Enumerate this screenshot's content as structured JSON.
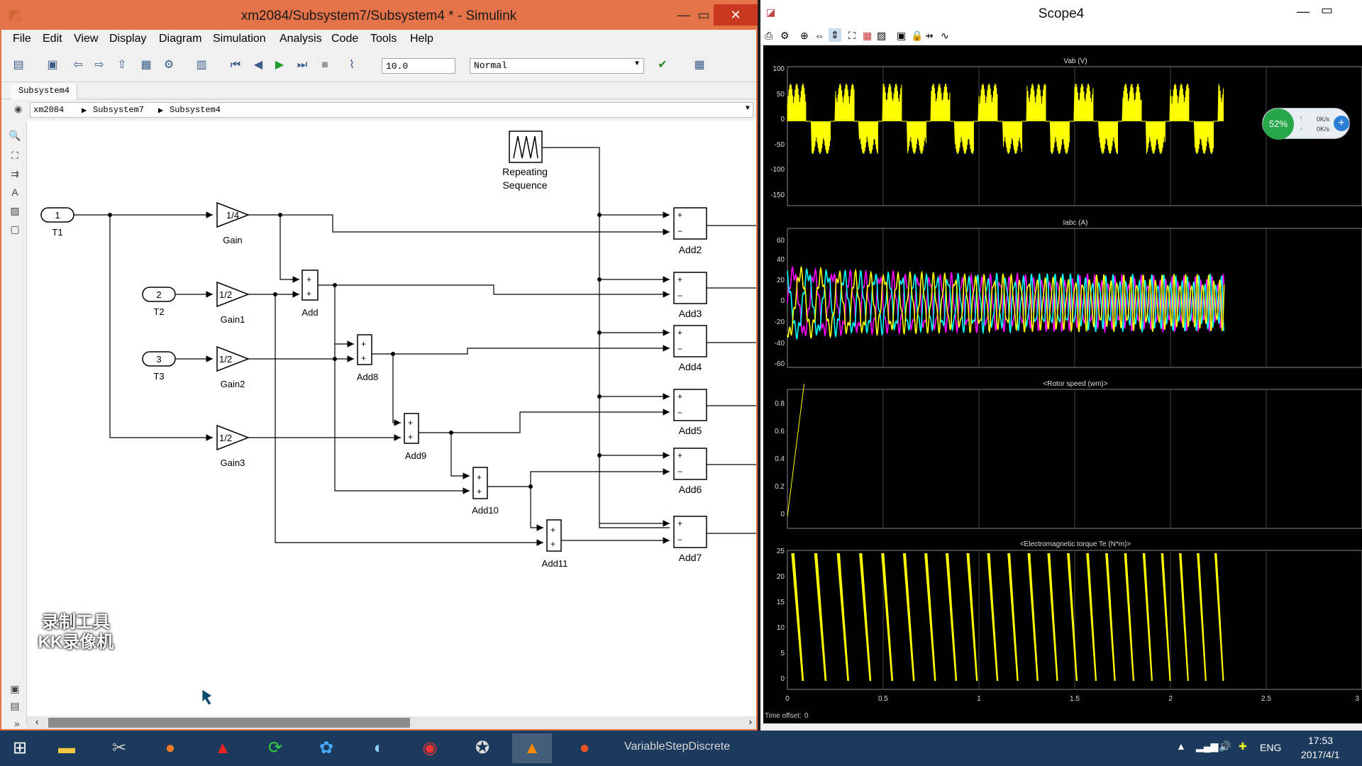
{
  "simulink": {
    "title": "xm2084/Subsystem7/Subsystem4 * - Simulink",
    "menu": [
      "File",
      "Edit",
      "View",
      "Display",
      "Diagram",
      "Simulation",
      "Analysis",
      "Code",
      "Tools",
      "Help"
    ],
    "stop_time": "10.0",
    "sim_mode": "Normal",
    "tab": "Subsystem4",
    "breadcrumb": [
      "xm2084",
      "Subsystem7",
      "Subsystem4"
    ],
    "blocks": {
      "in1_num": "1",
      "in1_label": "T1",
      "in2_num": "2",
      "in2_label": "T2",
      "in3_num": "3",
      "in3_label": "T3",
      "gain_val": "1/4",
      "gain_label": "Gain",
      "gain1_val": "1/2",
      "gain1_label": "Gain1",
      "gain2_val": "1/2",
      "gain2_label": "Gain2",
      "gain3_val": "1/2",
      "gain3_label": "Gain3",
      "add_label": "Add",
      "add8_label": "Add8",
      "add9_label": "Add9",
      "add10_label": "Add10",
      "add11_label": "Add11",
      "add2_label": "Add2",
      "add3_label": "Add3",
      "add4_label": "Add4",
      "add5_label": "Add5",
      "add6_label": "Add6",
      "add7_label": "Add7",
      "repseq_label1": "Repeating",
      "repseq_label2": "Sequence",
      "plus": "+",
      "minus": "−"
    },
    "watermark": [
      "录制工具",
      "KK录像机"
    ]
  },
  "scope": {
    "title": "Scope4",
    "time_offset_label": "Time offset:",
    "time_offset_value": "0",
    "x_ticks": [
      "0",
      "0.5",
      "1",
      "1.5",
      "2",
      "2.5",
      "3"
    ],
    "plots": [
      {
        "title": "Vab (V)",
        "y_ticks": [
          "100",
          "50",
          "0",
          "-50",
          "-100",
          "-150"
        ]
      },
      {
        "title": "Iabc (A)",
        "y_ticks": [
          "60",
          "40",
          "20",
          "0",
          "-20",
          "-40",
          "-60"
        ]
      },
      {
        "title": "<Rotor speed (wm)>",
        "y_ticks": [
          "0.8",
          "0.6",
          "0.4",
          "0.2",
          "0"
        ]
      },
      {
        "title": "<Electromagnetic torque Te (N*m)>",
        "y_ticks": [
          "25",
          "20",
          "15",
          "10",
          "5",
          "0"
        ]
      }
    ],
    "colors": {
      "yellow": "#ffff00",
      "magenta": "#ff00ff",
      "cyan": "#00ffff"
    }
  },
  "net_widget": {
    "percent": "52%",
    "up": "0K/s",
    "down": "0K/s"
  },
  "taskbar": {
    "status": "VariableStepDiscrete",
    "lang": "ENG",
    "time": "17:53",
    "date": "2017/4/1"
  }
}
